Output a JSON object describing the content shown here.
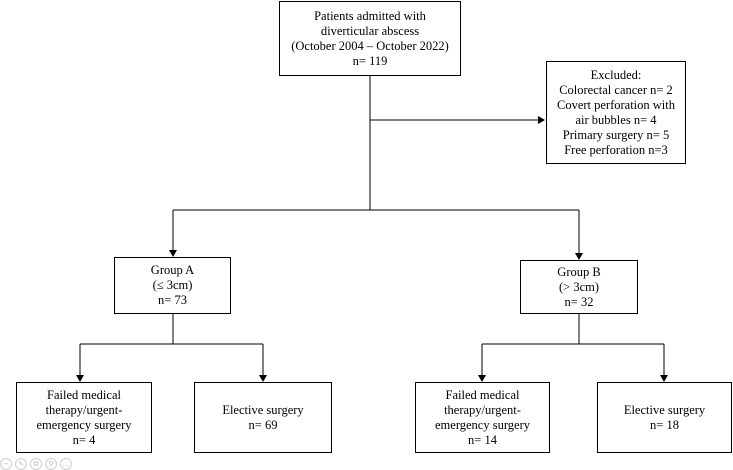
{
  "diagram": {
    "top": {
      "lines": [
        "Patients admitted with",
        "diverticular abscess",
        "(October 2004 – October 2022)",
        "n= 119"
      ]
    },
    "excluded": {
      "lines": [
        "Excluded:",
        "Colorectal cancer n= 2",
        "Covert perforation with",
        "air bubbles n= 4",
        "Primary surgery n= 5",
        "Free perforation n=3"
      ]
    },
    "group_a": {
      "lines": [
        "Group A",
        "(≤ 3cm)",
        "n= 73"
      ]
    },
    "group_b": {
      "lines": [
        "Group B",
        "(> 3cm)",
        "n= 32"
      ]
    },
    "a_failed": {
      "lines": [
        "Failed medical",
        "therapy/urgent-",
        "emergency surgery",
        "n= 4"
      ]
    },
    "a_elective": {
      "lines": [
        "Elective surgery",
        "n= 69"
      ]
    },
    "b_failed": {
      "lines": [
        "Failed medical",
        "therapy/urgent-",
        "emergency surgery",
        "n= 14"
      ]
    },
    "b_elective": {
      "lines": [
        "Elective surgery",
        "n= 18"
      ]
    }
  },
  "toolbar": {
    "icons": [
      "zoom-out-icon",
      "edit-icon",
      "copy-icon",
      "search-icon",
      "more-icon"
    ],
    "glyphs": [
      "−",
      "✎",
      "⧉",
      "⚲",
      "…"
    ]
  }
}
